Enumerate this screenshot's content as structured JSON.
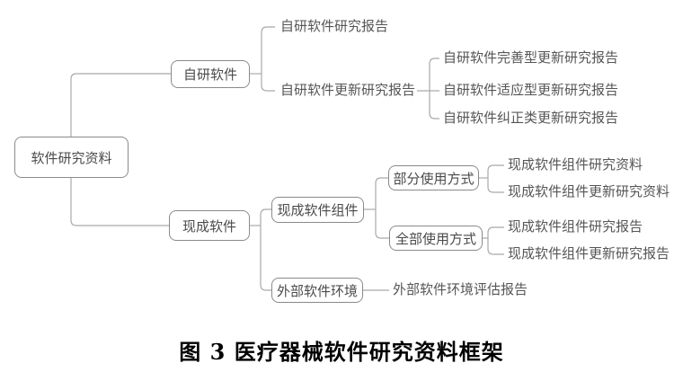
{
  "figure": {
    "caption": "图 3 医疗器械软件研究资料框架"
  },
  "tree": {
    "root": "软件研究资料",
    "self_developed": {
      "label": "自研软件",
      "research_report": "自研软件研究报告",
      "update": {
        "label": "自研软件更新研究报告",
        "perfective": "自研软件完善型更新研究报告",
        "adaptive": "自研软件适应型更新研究报告",
        "corrective": "自研软件纠正类更新研究报告"
      }
    },
    "off_the_shelf": {
      "label": "现成软件",
      "component": {
        "label": "现成软件组件",
        "partial_use": {
          "label": "部分使用方式",
          "research_materials": "现成软件组件研究资料",
          "update_research_materials": "现成软件组件更新研究资料"
        },
        "full_use": {
          "label": "全部使用方式",
          "research_report": "现成软件组件研究报告",
          "update_research_report": "现成软件组件更新研究报告"
        }
      },
      "environment": {
        "label": "外部软件环境",
        "assessment_report": "外部软件环境评估报告"
      }
    }
  },
  "colors": {
    "background": "#ffffff",
    "box_border": "#8a8a8a",
    "connector_line": "#a9a9a9",
    "node_text": "#4a4a4a",
    "leaf_text": "#565656",
    "caption_text": "#000000"
  }
}
